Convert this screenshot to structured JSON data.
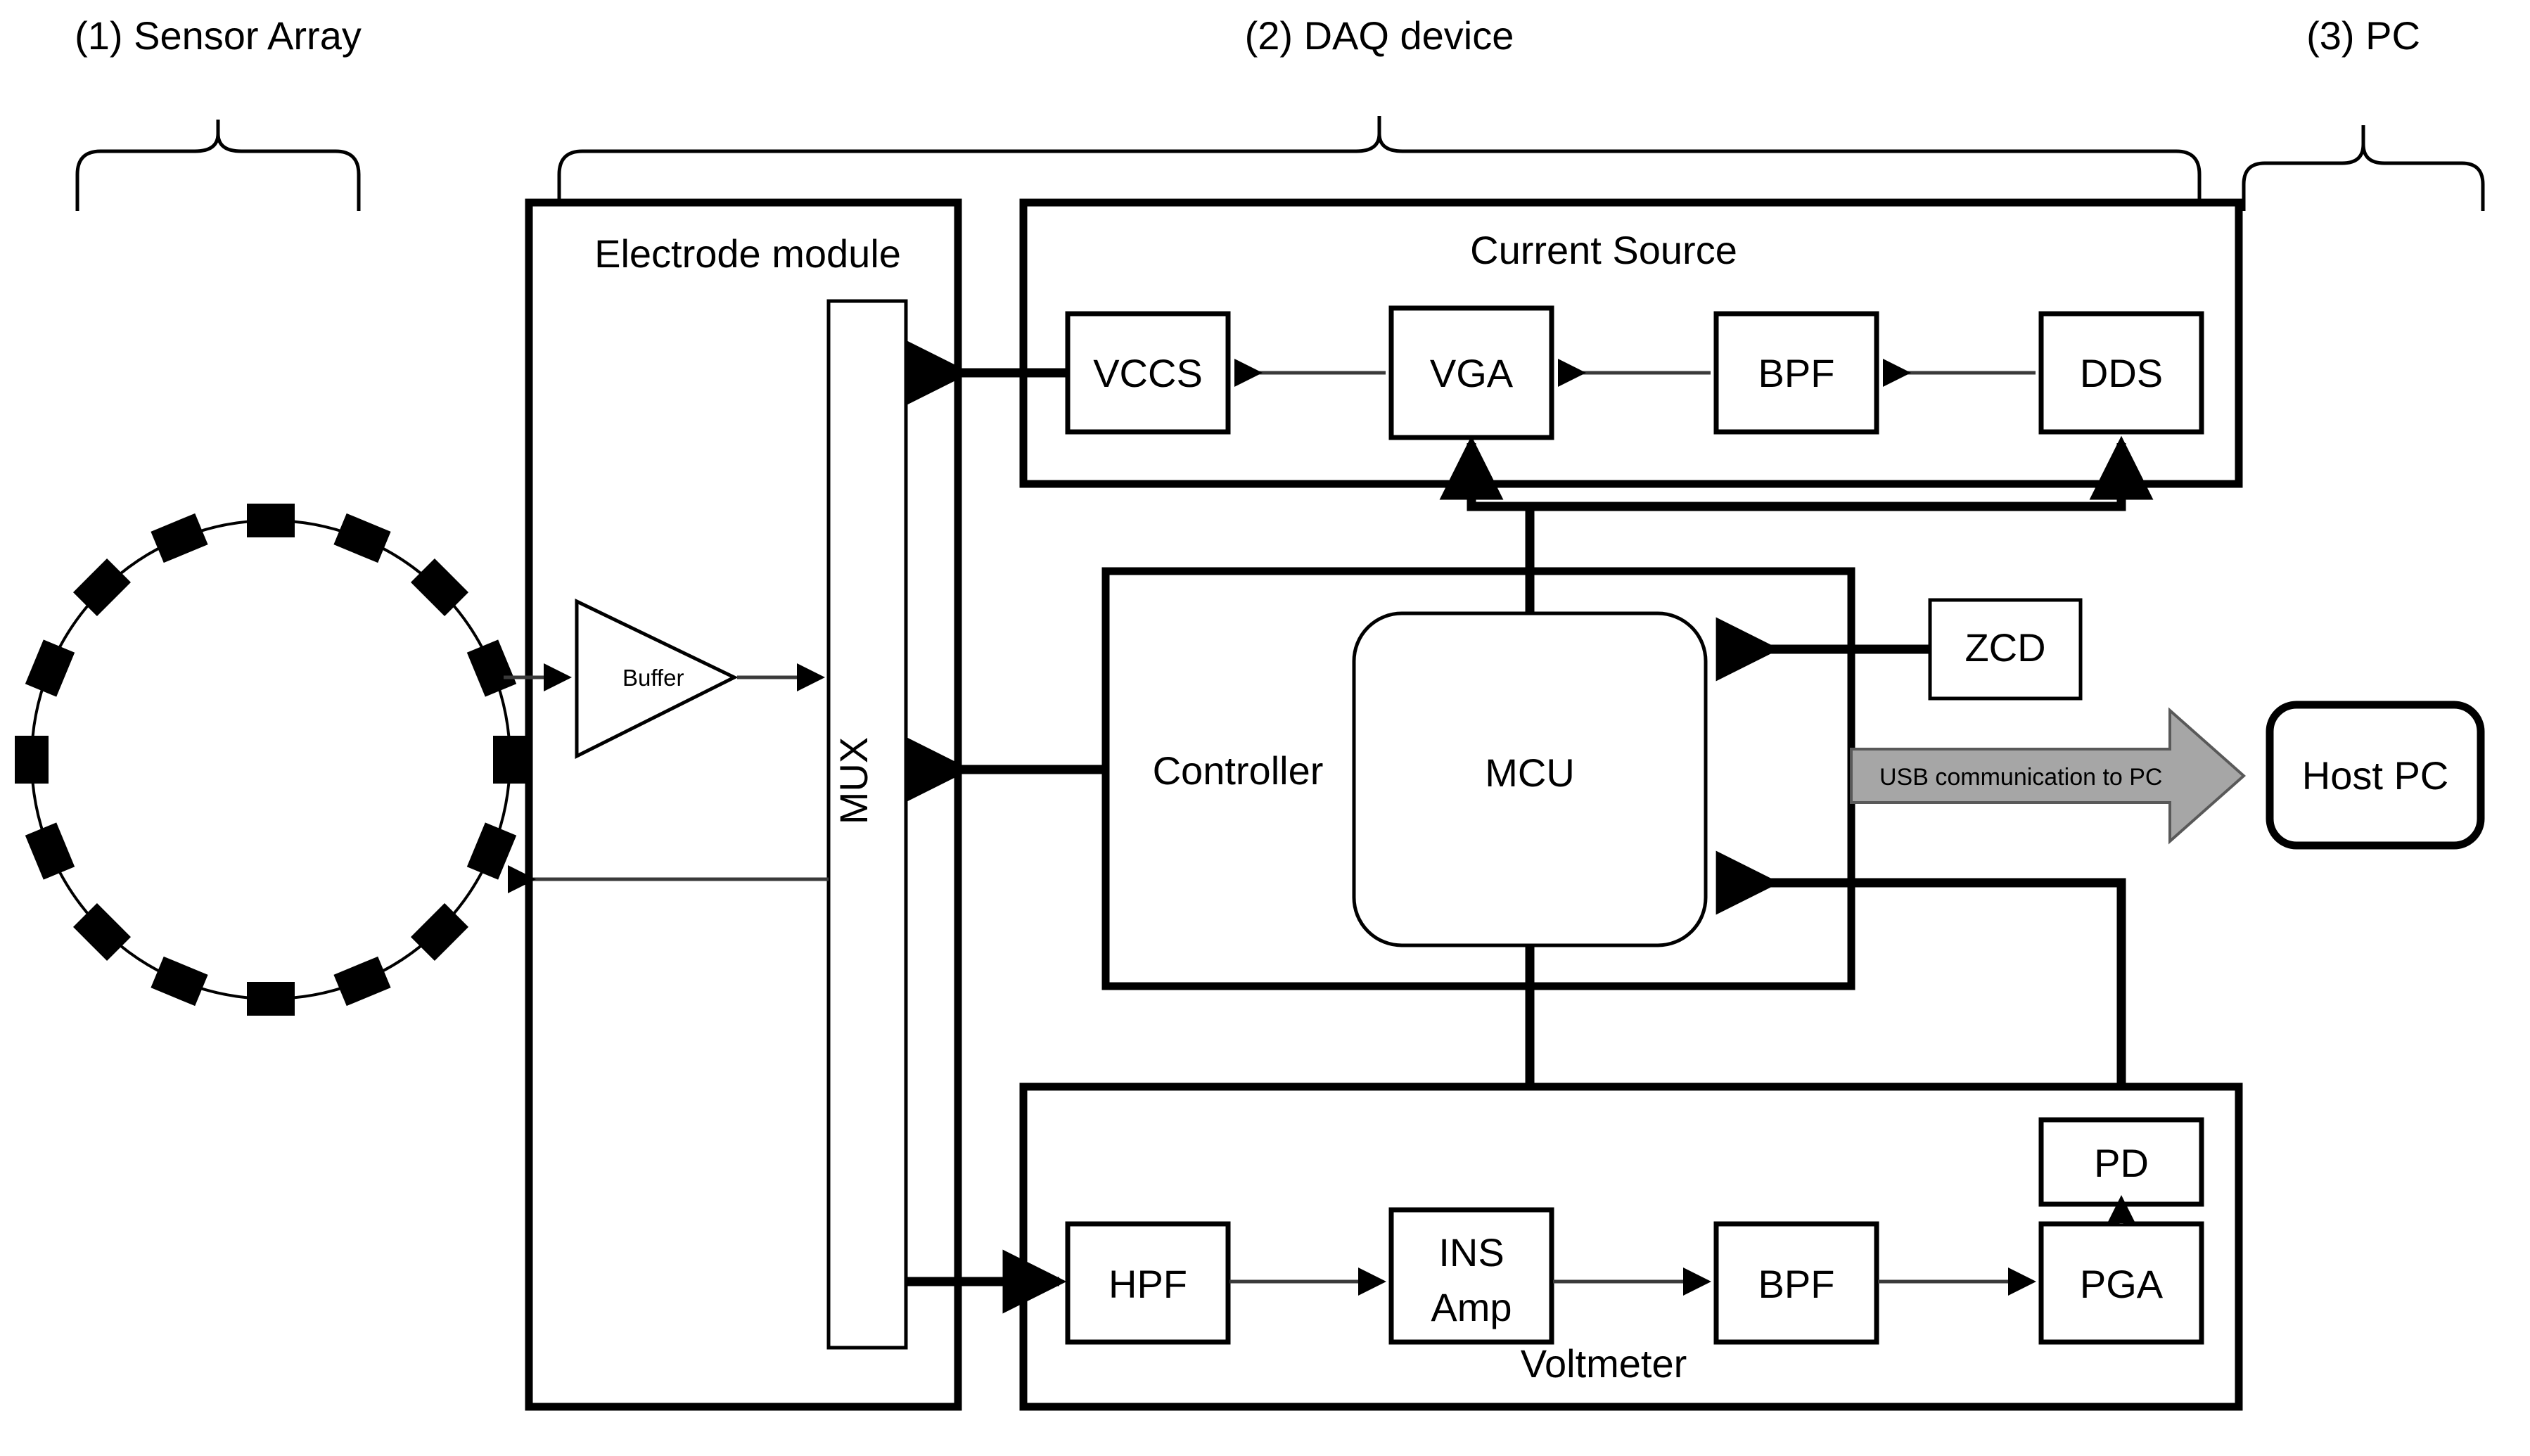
{
  "sections": [
    {
      "id": "sensor-array",
      "label": "(1) Sensor Array"
    },
    {
      "id": "daq-device",
      "label": "(2) DAQ device"
    },
    {
      "id": "pc",
      "label": "(3) PC"
    }
  ],
  "electrode_module": {
    "title": "Electrode module",
    "buffer_label": "Buffer",
    "mux_label": "MUX",
    "electrode_count": 16
  },
  "current_source": {
    "title": "Current Source",
    "blocks": [
      {
        "id": "vccs",
        "label": "VCCS"
      },
      {
        "id": "vga",
        "label": "VGA"
      },
      {
        "id": "bpf",
        "label": "BPF"
      },
      {
        "id": "dds",
        "label": "DDS"
      }
    ]
  },
  "controller": {
    "title": "Controller",
    "mcu_label": "MCU",
    "zcd_label": "ZCD"
  },
  "voltmeter": {
    "title": "Voltmeter",
    "blocks": [
      {
        "id": "hpf",
        "label": "HPF"
      },
      {
        "id": "ins-amp",
        "label_line1": "INS",
        "label_line2": "Amp"
      },
      {
        "id": "bpf",
        "label": "BPF"
      },
      {
        "id": "pga",
        "label": "PGA"
      },
      {
        "id": "pd",
        "label": "PD"
      }
    ]
  },
  "pc": {
    "usb_label": "USB communication to PC",
    "host_label": "Host PC"
  },
  "colors": {
    "line": "#000000",
    "thin_line": "#3a3a3a",
    "usb_fill": "#a6a6a6",
    "usb_stroke": "#595959",
    "background": "#ffffff"
  }
}
